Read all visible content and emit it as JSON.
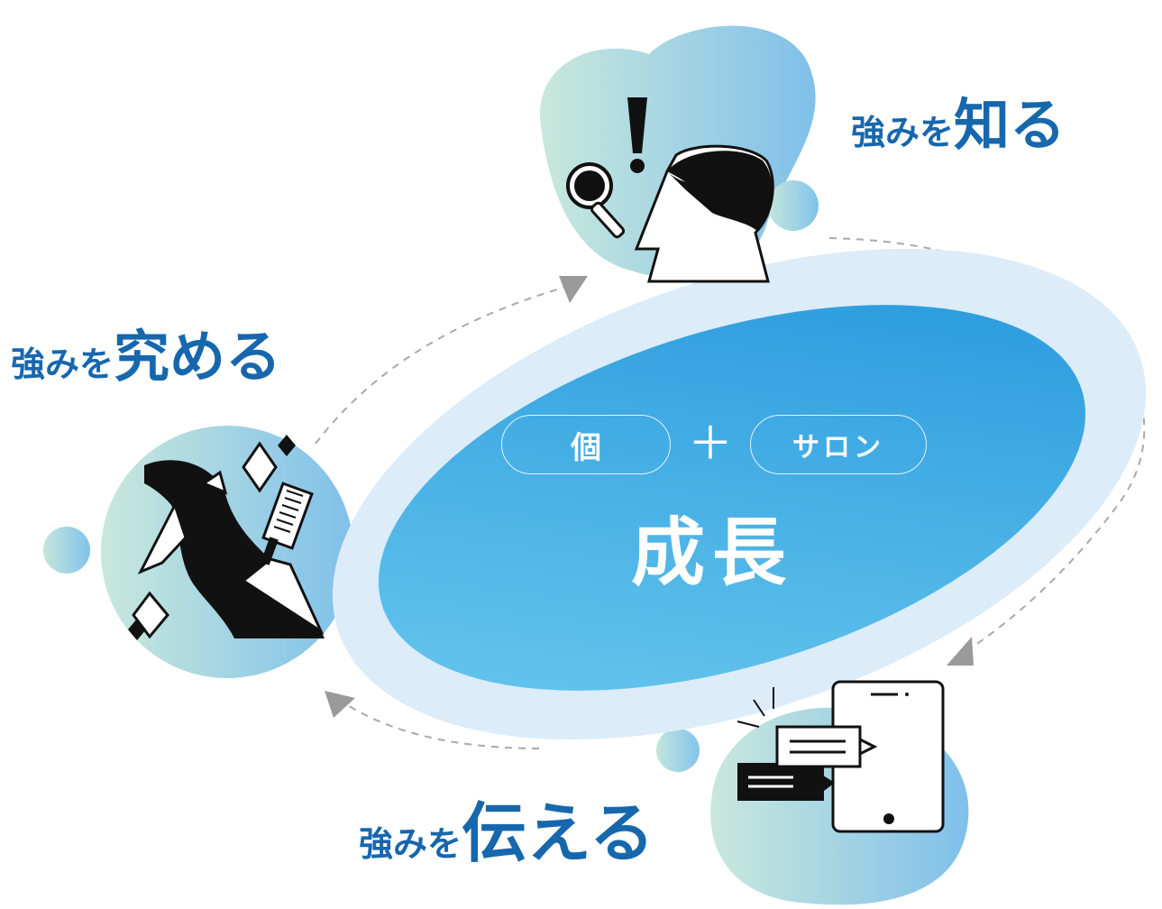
{
  "labels": {
    "know": {
      "prefix": "強みを",
      "verb": "知る"
    },
    "master": {
      "prefix": "強みを",
      "verb": "究める"
    },
    "tell": {
      "prefix": "強みを",
      "verb": "伝える"
    }
  },
  "center": {
    "individual": "個",
    "plus": "＋",
    "salon": "サロン",
    "growth": "成長"
  },
  "icons": [
    "magnifier-icon",
    "exclamation-icon",
    "person-head-icon",
    "hairdresser-icon",
    "comb-icon",
    "diamond-icon",
    "smartphone-icon",
    "chat-bubble-icon"
  ],
  "colors": {
    "label_blue": "#1767ad",
    "ellipse_inner": "#3aa4e0",
    "ellipse_outer": "#dff0fb",
    "blob_start": "#bfe3dd",
    "blob_end": "#7fc1ea",
    "arrow_gray": "#9a9a9a"
  }
}
